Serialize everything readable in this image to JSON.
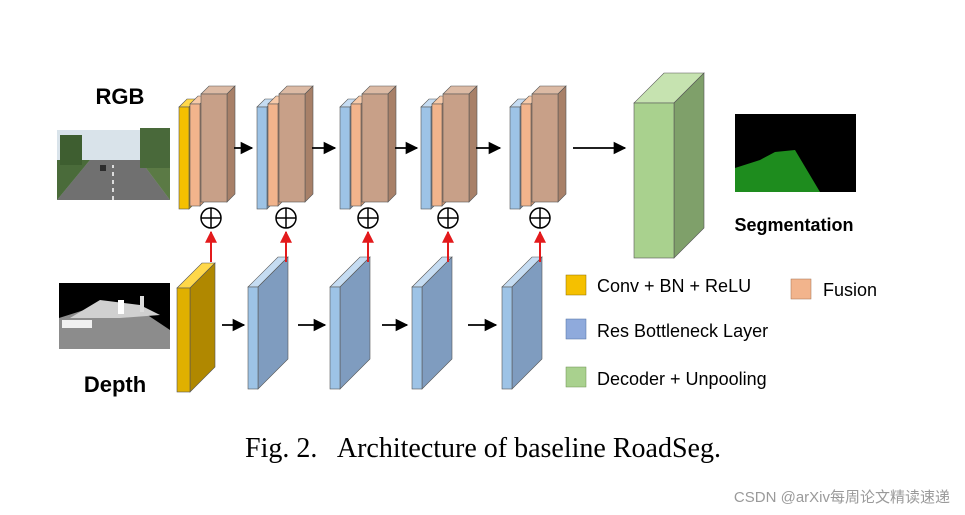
{
  "labels": {
    "rgb": "RGB",
    "depth": "Depth",
    "segmentation": "Segmentation"
  },
  "legend": [
    {
      "label": "Conv + BN + ReLU",
      "color": "#f5c000"
    },
    {
      "label": "Fusion",
      "color": "#f2b48c"
    },
    {
      "label": "Res Bottleneck Layer",
      "color": "#8faadc"
    },
    {
      "label": "Decoder + Unpooling",
      "color": "#a9d18e"
    }
  ],
  "caption": {
    "prefix": "Fig. 2.",
    "text": "Architecture of baseline RoadSeg."
  },
  "watermark": "CSDN @arXiv每周论文精读速递",
  "colors": {
    "conv": "#f5c000",
    "conv_dark": "#c49a00",
    "fusion": "#f2b48c",
    "fusion_brown": "#c8a088",
    "res": "#9dc3e6",
    "res_dark": "#7f9cbf",
    "decoder": "#a9d18e",
    "decoder_dark": "#7fa06a",
    "fusion_arrow": "#e31a1c"
  },
  "icons": {
    "plus_node": "circled-plus-icon",
    "arrow": "right-arrow-icon"
  }
}
